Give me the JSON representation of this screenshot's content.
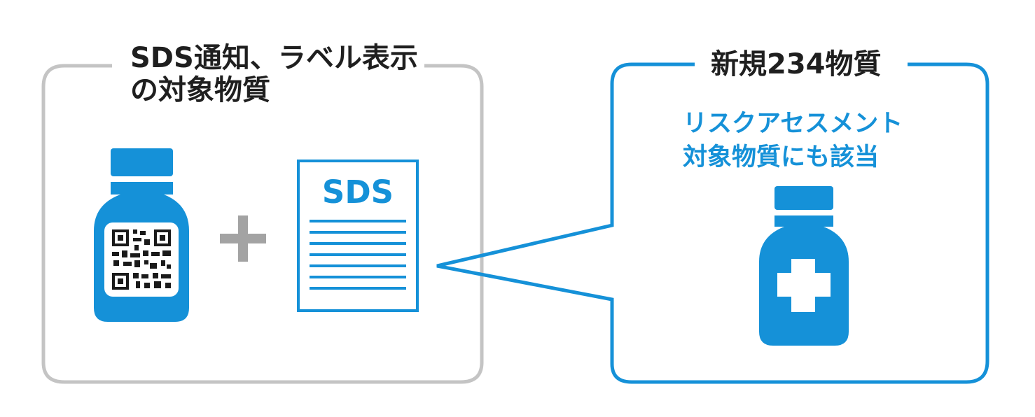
{
  "left_box": {
    "title_line1": "SDS通知、ラベル表示",
    "title_line2": "の対象物質"
  },
  "sds_document": {
    "label": "SDS"
  },
  "right_box": {
    "title": "新規234物質",
    "subtitle_line1": "リスクアセスメント",
    "subtitle_line2": "対象物質にも該当"
  },
  "colors": {
    "accent_blue": "#1591d8",
    "gray_frame": "#c4c4c4",
    "plus_gray": "#a3a3a3",
    "text_dark": "#1f1f1f"
  },
  "icons": [
    "qr-code-bottle-icon",
    "plus-icon",
    "document-icon",
    "medical-bottle-icon"
  ]
}
